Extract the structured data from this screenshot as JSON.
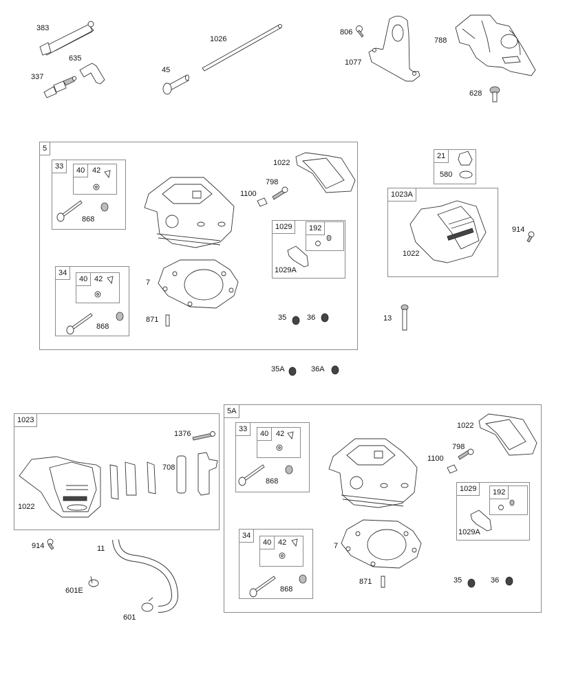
{
  "diagram": {
    "type": "exploded parts diagram",
    "subject": "engine cylinder head assembly"
  },
  "loose_parts": {
    "p383": "383",
    "p635": "635",
    "p337": "337",
    "p1026": "1026",
    "p45": "45",
    "p806": "806",
    "p1077": "1077",
    "p788": "788",
    "p628": "628",
    "p914_right": "914",
    "p13": "13",
    "p35A": "35A",
    "p36A": "36A",
    "p914_left": "914",
    "p11": "11",
    "p601E": "601E",
    "p601": "601"
  },
  "assembly_5": {
    "tag": "5",
    "kit_33": {
      "tag": "33",
      "sub_tag": "40",
      "p42": "42",
      "p868": "868"
    },
    "kit_34": {
      "tag": "34",
      "sub_tag": "40",
      "p42": "42",
      "p868": "868"
    },
    "p1022": "1022",
    "p798": "798",
    "p1100": "1100",
    "kit_1029": {
      "tag": "1029",
      "sub_tag": "192",
      "p1029A": "1029A"
    },
    "p7": "7",
    "p871": "871",
    "p35": "35",
    "p36": "36"
  },
  "assembly_21": {
    "tag": "21",
    "p580": "580"
  },
  "assembly_1023A": {
    "tag": "1023A",
    "p1022": "1022"
  },
  "assembly_1023": {
    "tag": "1023",
    "p1376": "1376",
    "p708": "708",
    "p1022": "1022"
  },
  "assembly_5A": {
    "tag": "5A",
    "kit_33": {
      "tag": "33",
      "sub_tag": "40",
      "p42": "42",
      "p868": "868"
    },
    "kit_34": {
      "tag": "34",
      "sub_tag": "40",
      "p42": "42",
      "p868": "868"
    },
    "p1022": "1022",
    "p798": "798",
    "p1100": "1100",
    "kit_1029": {
      "tag": "1029",
      "sub_tag": "192",
      "p1029A": "1029A"
    },
    "p7": "7",
    "p871": "871",
    "p35": "35",
    "p36": "36"
  }
}
